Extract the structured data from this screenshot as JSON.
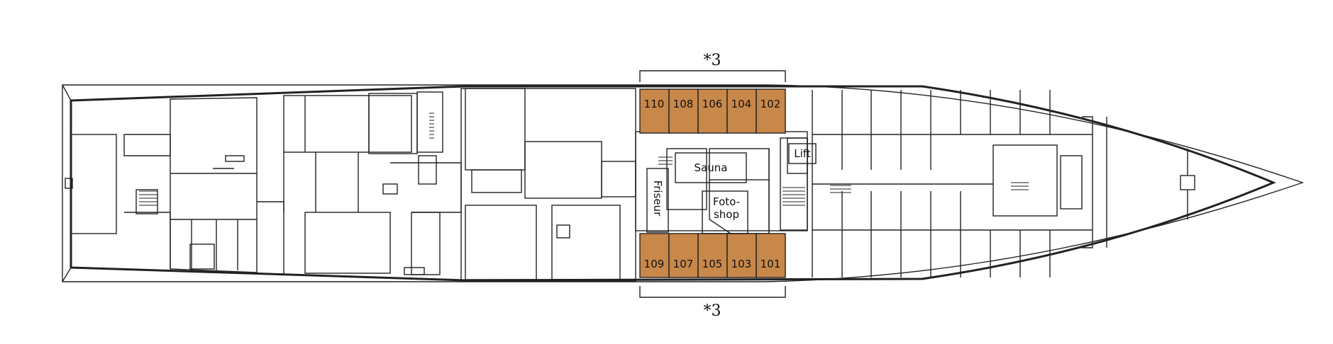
{
  "deck_plan": {
    "category_marker_top": "*3",
    "category_marker_bottom": "*3",
    "highlight_color": "#c8884a",
    "line_color": "#222222",
    "cabins_top": [
      "110",
      "108",
      "106",
      "104",
      "102"
    ],
    "cabins_bottom": [
      "109",
      "107",
      "105",
      "103",
      "101"
    ],
    "rooms": {
      "lift": "Lift",
      "sauna": "Sauna",
      "friseur": "Friseur",
      "fotoshop_line1": "Foto-",
      "fotoshop_line2": "shop"
    }
  }
}
